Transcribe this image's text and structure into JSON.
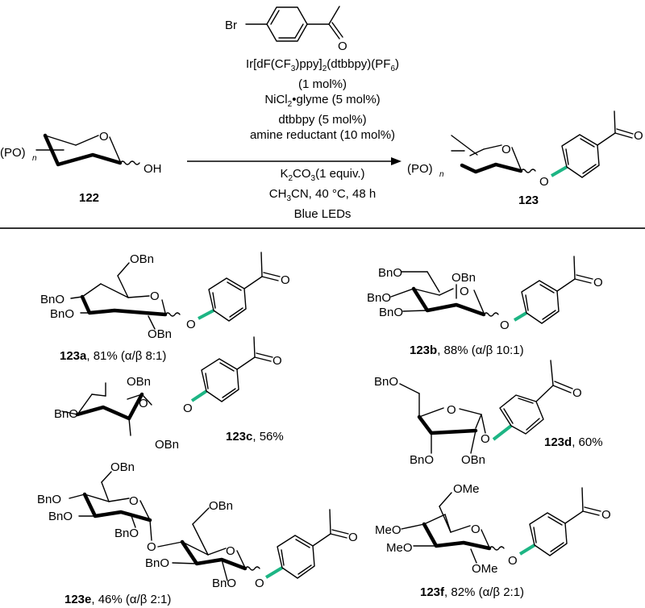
{
  "reaction": {
    "coupling_partner": {
      "substituent": "Br",
      "carbonyl_o": "O"
    },
    "conditions_above": [
      {
        "parts": [
          "Ir[dF(CF",
          "3",
          ")ppy]",
          "2",
          "(dtbbpy)(PF",
          "6",
          ")"
        ]
      },
      {
        "text": "(1 mol%)"
      },
      {
        "parts": [
          "NiCl",
          "2",
          "•glyme (5 mol%)"
        ]
      },
      {
        "text": "dtbbpy (5 mol%)"
      },
      {
        "text": "amine reductant (10 mol%)"
      }
    ],
    "conditions_below": [
      {
        "parts": [
          "K",
          "2",
          "CO",
          "3",
          "(1 equiv.)"
        ]
      },
      {
        "parts": [
          "CH",
          "3",
          "CN, 40 °C, 48 h"
        ]
      },
      {
        "text": "Blue LEDs"
      }
    ],
    "starting_material": {
      "id": "122",
      "protecting_group": "(PO)",
      "subscript": "n",
      "ring_o": "O",
      "hydroxyl": "OH"
    },
    "product": {
      "id": "123",
      "protecting_group": "(PO)",
      "subscript": "n",
      "ring_o": "O",
      "ether_o": "O",
      "carbonyl_o": "O"
    }
  },
  "products": [
    {
      "id": "123a",
      "yield": "81%",
      "ratio": "(α/β 8:1)",
      "substituents": [
        "OBn",
        "BnO",
        "BnO",
        "OBn"
      ],
      "ring_o": "O",
      "ether_o": "O",
      "carbonyl_o": "O"
    },
    {
      "id": "123b",
      "yield": "88%",
      "ratio": "(α/β 10:1)",
      "substituents": [
        "BnO",
        "OBn",
        "BnO",
        "BnO"
      ],
      "ring_o": "O",
      "ether_o": "O",
      "carbonyl_o": "O"
    },
    {
      "id": "123c",
      "yield": "56%",
      "ratio": "",
      "substituents": [
        "OBn",
        "BnO",
        "OBn"
      ],
      "ring_o": "O",
      "ether_o": "O",
      "carbonyl_o": "O"
    },
    {
      "id": "123d",
      "yield": "60%",
      "ratio": "",
      "substituents": [
        "BnO",
        "BnO",
        "OBn"
      ],
      "ring_o": "O",
      "ether_o": "O",
      "carbonyl_o": "O"
    },
    {
      "id": "123e",
      "yield": "46%",
      "ratio": "(α/β 2:1)",
      "substituents": [
        "OBn",
        "BnO",
        "BnO",
        "BnO",
        "OBn",
        "BnO",
        "BnO"
      ],
      "ring_o": "O",
      "ring_o2": "O",
      "link_o": "O",
      "ether_o": "O",
      "carbonyl_o": "O"
    },
    {
      "id": "123f",
      "yield": "82%",
      "ratio": "(α/β 2:1)",
      "substituents": [
        "OMe",
        "MeO",
        "MeO",
        "OMe"
      ],
      "ring_o": "O",
      "ether_o": "O",
      "carbonyl_o": "O"
    }
  ],
  "colors": {
    "new_bond": "#1db584",
    "ink": "#000000",
    "divider": "#333333"
  }
}
